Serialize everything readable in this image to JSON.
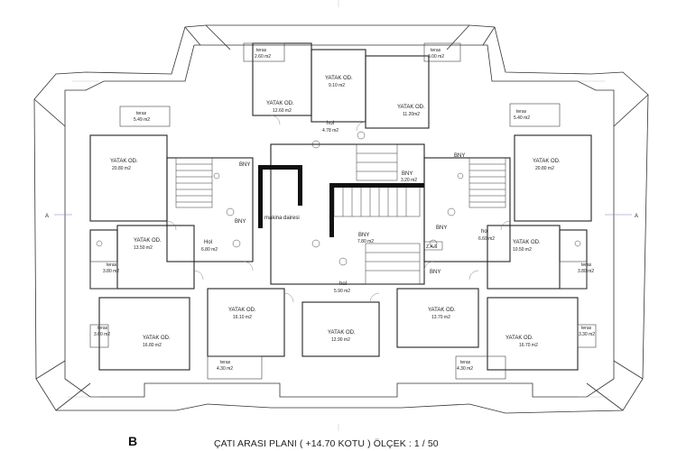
{
  "sheet_letter": "B",
  "plan_title": "ÇATI  ARASI  PLANI ( +14.70 KOTU )  ÖLÇEK : 1 / 50",
  "rooms": [
    {
      "name": "YATAK OD.",
      "area": "9.10 m2"
    },
    {
      "name": "YATAK OD.",
      "area": "12.60 m2"
    },
    {
      "name": "YATAK OD.",
      "area": "11.20m2"
    },
    {
      "name": "hol",
      "area": "4.78 m2"
    },
    {
      "name": "YATAK OD.",
      "area": "20.80 m2"
    },
    {
      "name": "YATAK OD.",
      "area": "20.80 m2"
    },
    {
      "name": "makina dairesi",
      "area": ""
    },
    {
      "name": "BNY",
      "area": ""
    },
    {
      "name": "BNY",
      "area": "3.20 m2"
    },
    {
      "name": "BNY",
      "area": ""
    },
    {
      "name": "BNY",
      "area": ""
    },
    {
      "name": "BNY",
      "area": "7.80 m2"
    },
    {
      "name": "BNY",
      "area": ""
    },
    {
      "name": "BNY",
      "area": ""
    },
    {
      "name": "YATAK OD.",
      "area": "13.50 m2"
    },
    {
      "name": "Hol",
      "area": "6.80 m2"
    },
    {
      "name": "hol",
      "area": "6.60 m2"
    },
    {
      "name": "YATAK OD.",
      "area": "10.50 m2"
    },
    {
      "name": "hol",
      "area": "5.90 m2"
    },
    {
      "name": "YATAK OD.",
      "area": "16.10 m2"
    },
    {
      "name": "YATAK OD.",
      "area": "12.90 m2"
    },
    {
      "name": "YATAK OD.",
      "area": "13.70 m2"
    },
    {
      "name": "YATAK OD.",
      "area": "16.80 m2"
    },
    {
      "name": "YATAK OD.",
      "area": "16.70 m2"
    }
  ],
  "terraces": [
    {
      "name": "teras",
      "area": "2.60 m2"
    },
    {
      "name": "teras",
      "area": "3.00 m2"
    },
    {
      "name": "teras",
      "area": "5.49 m2"
    },
    {
      "name": "teras",
      "area": "5.40 m2"
    },
    {
      "name": "teras",
      "area": "3.80 m2"
    },
    {
      "name": "teras",
      "area": "3.80 m2"
    },
    {
      "name": "teras",
      "area": "3.60 m2"
    },
    {
      "name": "teras",
      "area": "3.30 m2"
    },
    {
      "name": "teras",
      "area": "4.30 m2"
    },
    {
      "name": "teras",
      "area": "4.30 m2"
    }
  ],
  "marks": {
    "stair_tag": "Z.A.S",
    "north_a": "A",
    "south_a": "A"
  }
}
